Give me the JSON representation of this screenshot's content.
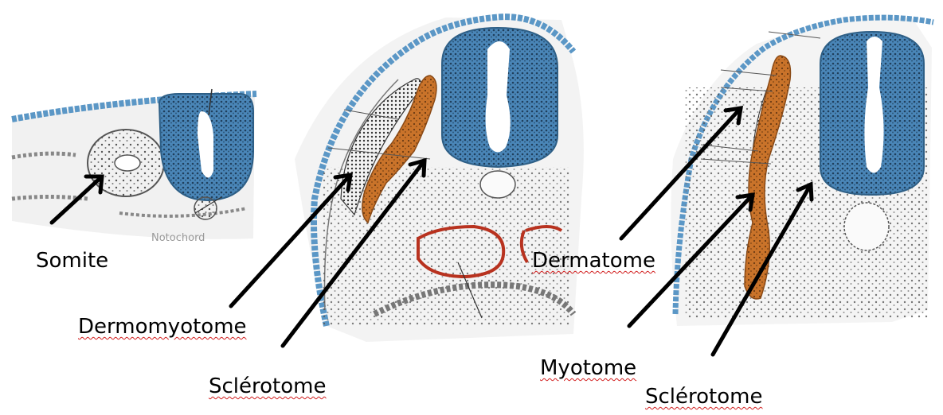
{
  "labels": {
    "somite": "Somite",
    "dermomyotome": "Dermomyotome",
    "sclerotome_1": "Sclérotome",
    "dermatome": "Dermatome",
    "myotome": "Myotome",
    "sclerotome_2": "Sclérotome"
  },
  "faint_text": "Notochord",
  "colors": {
    "neural_tube": "#4a86b8",
    "neural_tube_dark": "#2e5f86",
    "ectoderm": "#5b97c6",
    "sclerotome_fill": "#c9732a",
    "aorta": "#b8321f",
    "arrow": "#000000",
    "spellcheck_underline": "#d21e1e"
  },
  "icons": [
    "arrow-icon"
  ]
}
